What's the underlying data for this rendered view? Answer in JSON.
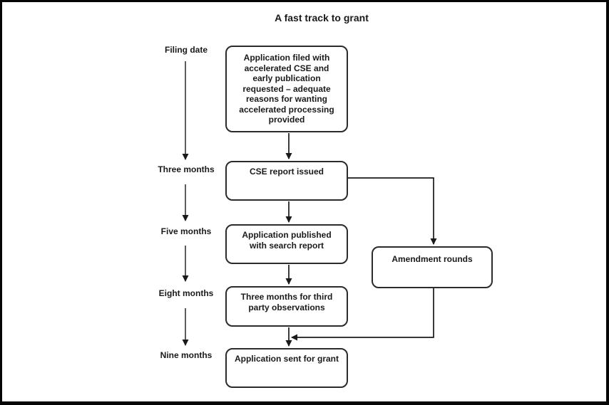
{
  "title": "A fast track to grant",
  "timeline": {
    "labels": [
      "Filing date",
      "Three months",
      "Five months",
      "Eight months",
      "Nine months"
    ]
  },
  "boxes": {
    "filed": "Application filed with accelerated CSE and early publication requested – adequate reasons for wanting accelerated processing provided",
    "cse_report": "CSE report issued",
    "published": "Application published with search report",
    "observations": "Three months for third party observations",
    "amendment": "Amendment rounds",
    "grant": "Application sent for grant"
  },
  "colors": {
    "ink": "#1a1a1a",
    "box_border": "#2b2b2b",
    "background": "#ffffff"
  }
}
